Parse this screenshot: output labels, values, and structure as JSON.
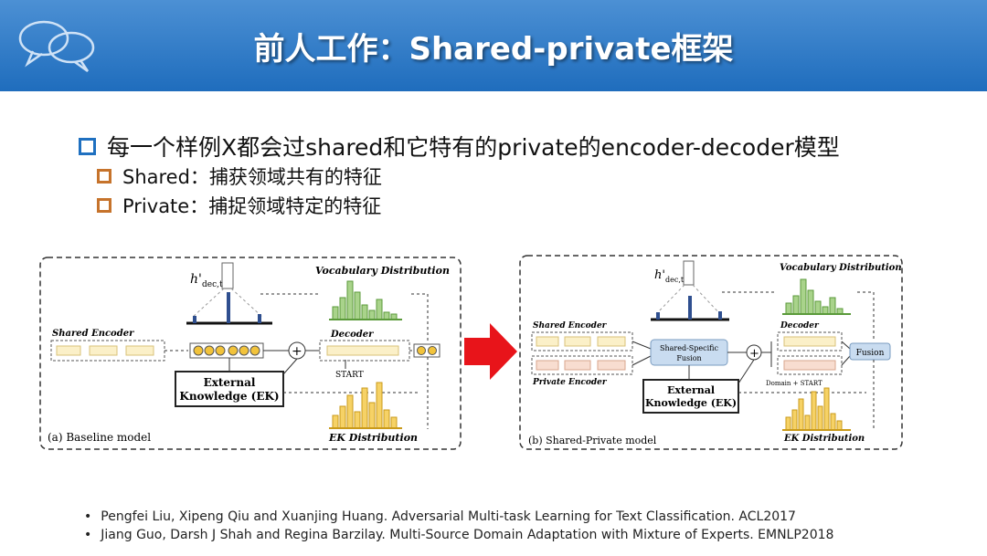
{
  "slide": {
    "title": "前人工作：Shared-private框架",
    "bullets": [
      {
        "text": "每一个样例X都会过shared和它特有的private的encoder-decoder模型"
      },
      {
        "text": "Shared：捕获领域共有的特征"
      },
      {
        "text": "Private：捕捉领域特定的特征"
      }
    ]
  },
  "figure_left": {
    "h_label": "h'",
    "h_sub": "dec,t",
    "vocab": "Vocabulary Distribution",
    "shared_encoder": "Shared Encoder",
    "decoder": "Decoder",
    "start": "START",
    "ek_line1": "External",
    "ek_line2": "Knowledge (EK)",
    "ek_dist": "EK Distribution",
    "caption": "(a) Baseline model"
  },
  "figure_right": {
    "h_label": "h'",
    "h_sub": "dec,t",
    "vocab": "Vocabulary Distribution",
    "shared_encoder": "Shared Encoder",
    "private_encoder": "Private Encoder",
    "fusion_line1": "Shared-Specific",
    "fusion_line2": "Fusion",
    "decoder": "Decoder",
    "fusion": "Fusion",
    "domain_start": "Domain + START",
    "ek_line1": "External",
    "ek_line2": "Knowledge (EK)",
    "ek_dist": "EK Distribution",
    "caption": "(b) Shared-Private model"
  },
  "references": [
    "Pengfei Liu, Xipeng Qiu and Xuanjing Huang. Adversarial Multi-task Learning for Text Classification. ACL2017",
    "Jiang Guo, Darsh J Shah and Regina Barzilay. Multi-Source Domain Adaptation with Mixture of Experts. EMNLP2018"
  ],
  "colors": {
    "header": "#1f6dbd",
    "green": "#8fc66b",
    "gold": "#f2c33b",
    "blue_bar": "#2f4f8f",
    "fusion": "#c9dcf0"
  }
}
